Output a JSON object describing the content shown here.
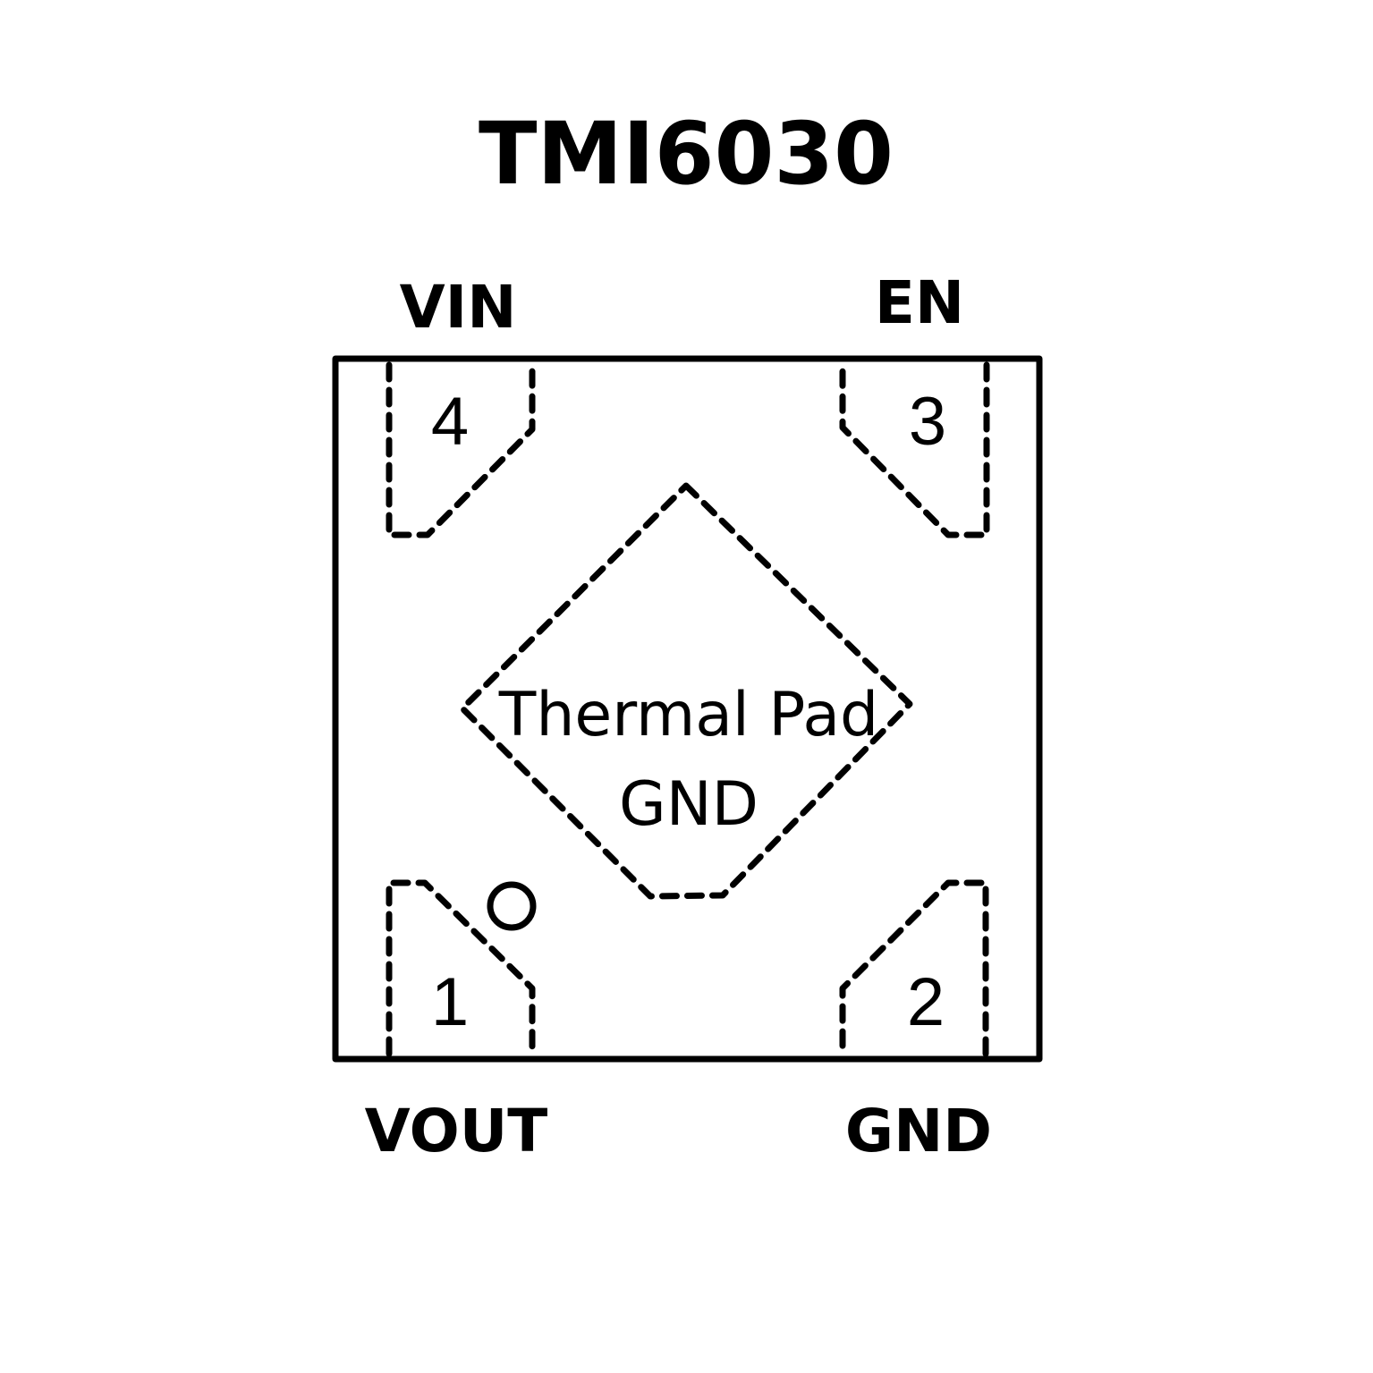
{
  "title": "TMI6030",
  "pins": {
    "p1": {
      "number": "1",
      "name": "VOUT"
    },
    "p2": {
      "number": "2",
      "name": "GND"
    },
    "p3": {
      "number": "3",
      "name": "EN"
    },
    "p4": {
      "number": "4",
      "name": "VIN"
    }
  },
  "thermal_pad": {
    "line1": "Thermal Pad",
    "line2": "GND"
  },
  "colors": {
    "stroke": "#000000",
    "background": "#ffffff"
  }
}
